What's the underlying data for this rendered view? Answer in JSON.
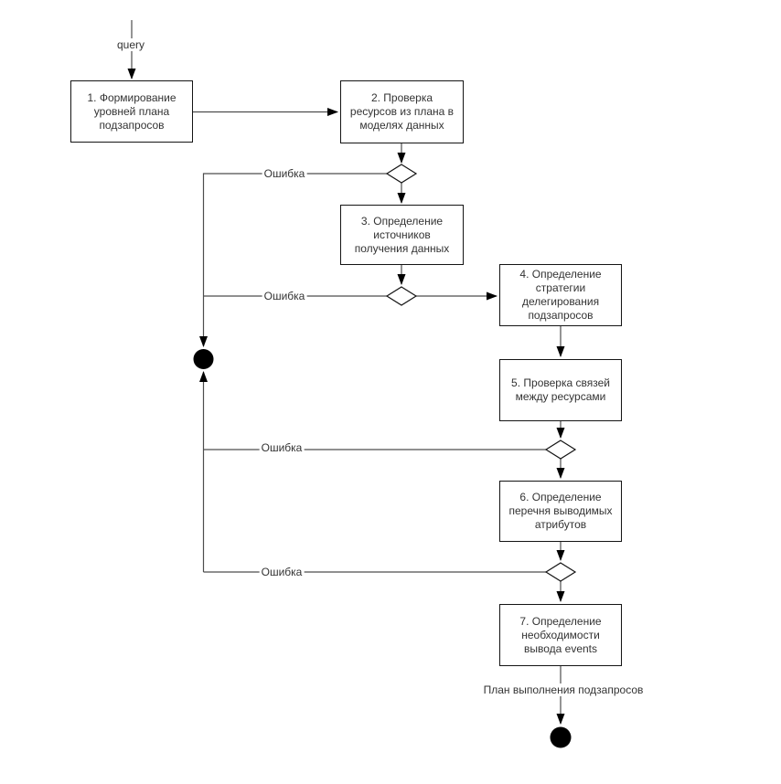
{
  "diagram": {
    "start_edge_label": "query",
    "error_edge_label": "Ошибка",
    "result_edge_label": "План выполнения подзапросов",
    "nodes": [
      {
        "id": "1",
        "label": "1. Формирование\nуровней плана\nподзапросов"
      },
      {
        "id": "2",
        "label": "2. Проверка\nресурсов из плана в\nмоделях данных"
      },
      {
        "id": "3",
        "label": "3. Определение\nисточников\nполучения данных"
      },
      {
        "id": "4",
        "label": "4. Определение\nстратегии\nделегирования\nподзапросов"
      },
      {
        "id": "5",
        "label": "5. Проверка связей\nмежду ресурсами"
      },
      {
        "id": "6",
        "label": "6. Определение\nперечня выводимых\nатрибутов"
      },
      {
        "id": "7",
        "label": "7. Определение\nнеобходимости\nвывода events"
      }
    ],
    "colors": {
      "connector": "#4d4d4d",
      "shape_border": "#141414",
      "shape_fill": "#ffffff",
      "terminal_fill": "#000000",
      "text": "#333333",
      "background": "#ffffff"
    }
  }
}
